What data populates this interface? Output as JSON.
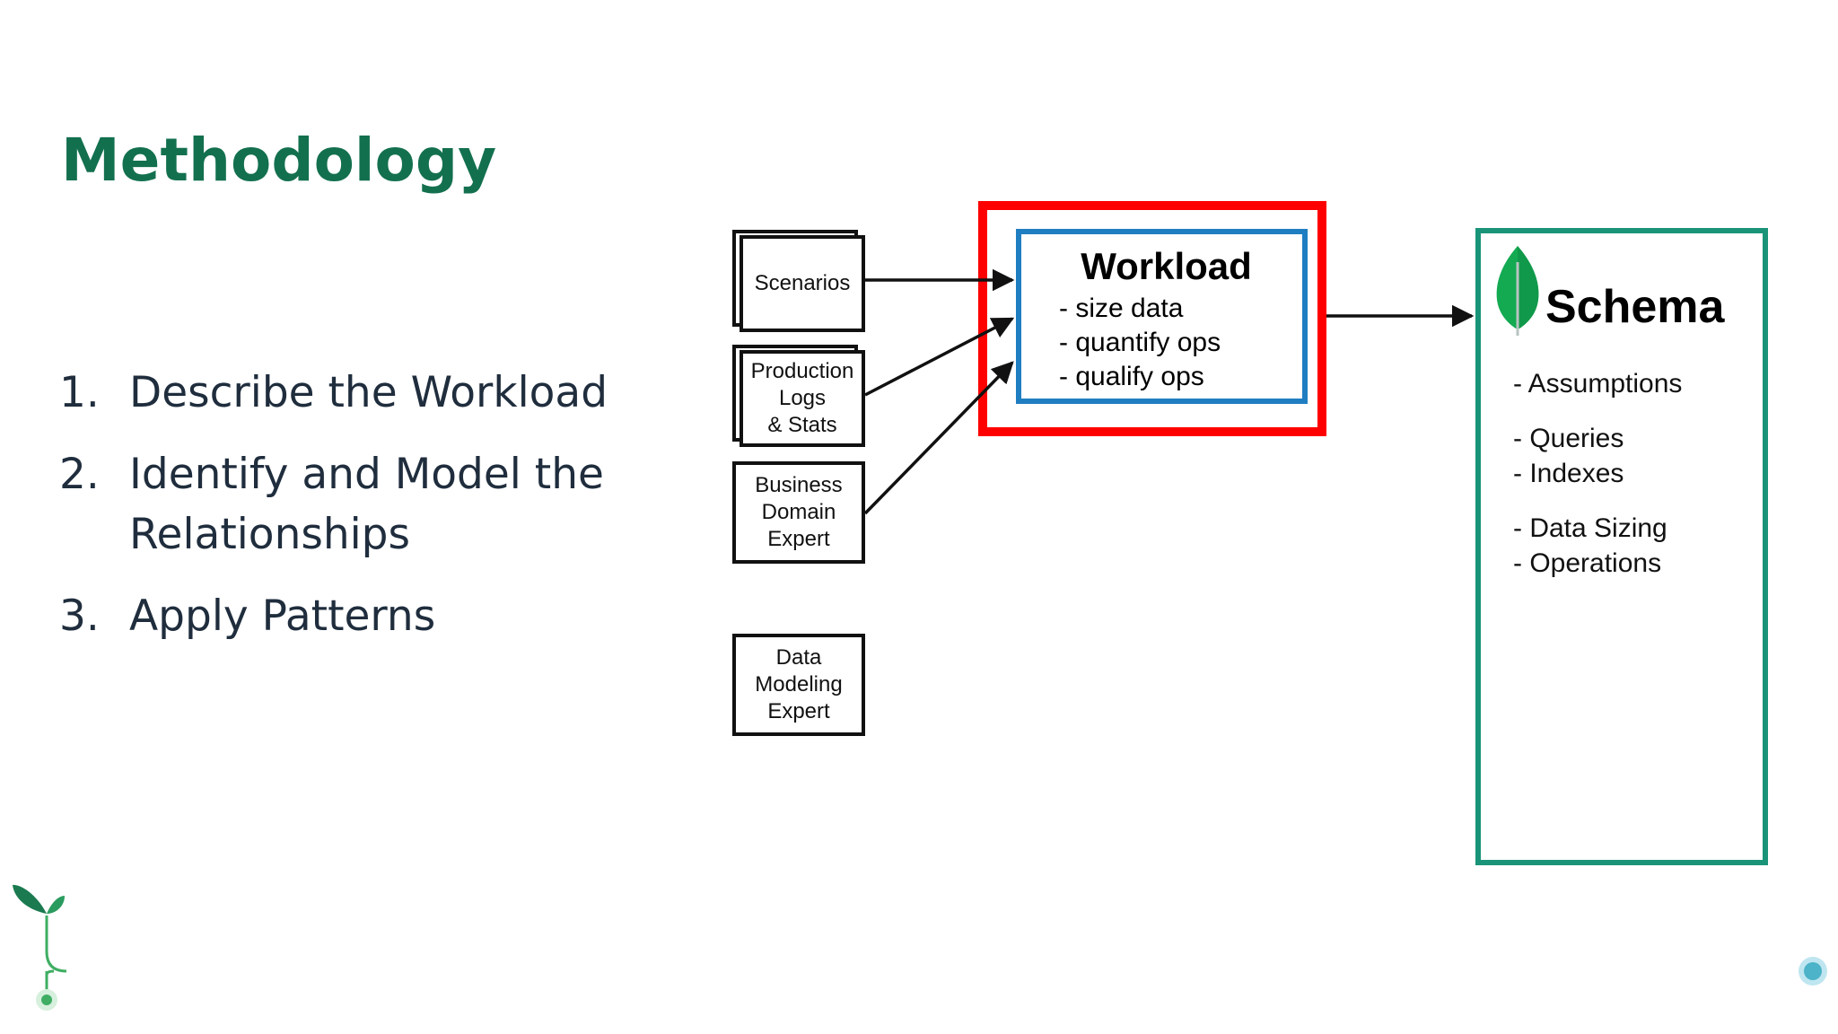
{
  "slide": {
    "title": "Methodology",
    "steps": [
      {
        "num": "1.",
        "text": "Describe the Workload"
      },
      {
        "num": "2.",
        "text": "Identify and Model the Relationships"
      },
      {
        "num": "3.",
        "text": "Apply Patterns"
      }
    ]
  },
  "diagram": {
    "inputs": [
      {
        "label": "Scenarios"
      },
      {
        "label": "Production\nLogs\n& Stats"
      },
      {
        "label": "Business\nDomain\nExpert"
      },
      {
        "label": "Data\nModeling\nExpert"
      }
    ],
    "workload": {
      "title": "Workload",
      "items": [
        "- size data",
        "- quantify ops",
        "- qualify ops"
      ]
    },
    "schema": {
      "title": "Schema",
      "items": [
        "- Assumptions",
        "- Queries",
        "- Indexes",
        "- Data Sizing",
        "- Operations"
      ]
    }
  },
  "colors": {
    "title_green": "#13704f",
    "highlight_red": "#ff0000",
    "workload_blue": "#1f7ec1",
    "schema_green": "#1a9479",
    "leaf_green": "#13aa52"
  },
  "icons": {
    "schema_logo": "mongodb-leaf-icon",
    "footer_sprout": "sprout-icon"
  }
}
